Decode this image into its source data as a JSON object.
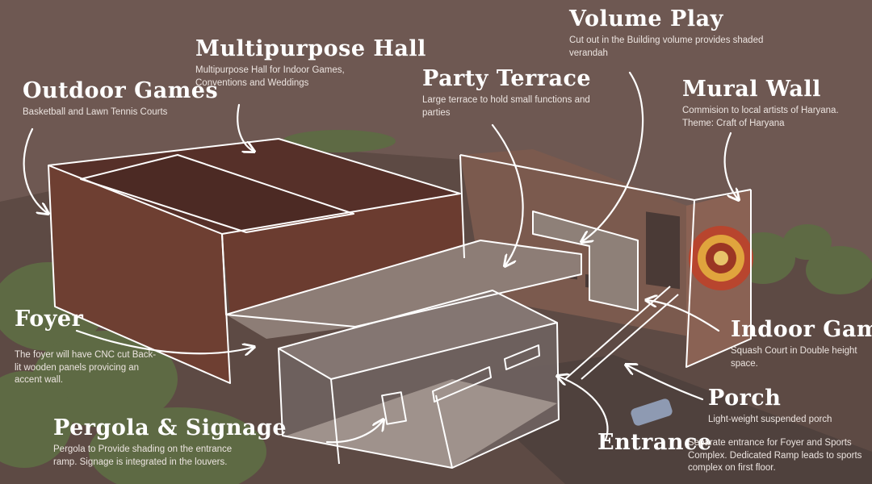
{
  "colors": {
    "background": "#6e5852",
    "ground": "#5d4a44",
    "hall_wall": "#6e3f32",
    "hall_top": "#563029",
    "terrace": "#8d7d76",
    "annex": "#7b5a4e",
    "mural_outer": "#b8452e",
    "mural_ring": "#e0a43d",
    "foliage": "#5e6a44",
    "sketch_line": "#ffffff"
  },
  "annotations": {
    "outdoor_games": {
      "title": "Outdoor Games",
      "desc": "Basketball and Lawn Tennis Courts",
      "arrow_icon": "curved-arrow-icon"
    },
    "multipurpose_hall": {
      "title": "Multipurpose Hall",
      "desc": "Multipurpose Hall for Indoor Games, Conventions and Weddings",
      "arrow_icon": "curved-arrow-icon"
    },
    "party_terrace": {
      "title": "Party Terrace",
      "desc": "Large terrace to hold small functions and parties",
      "arrow_icon": "curved-arrow-icon"
    },
    "volume_play": {
      "title": "Volume Play",
      "desc": "Cut out in the Building volume provides shaded verandah",
      "arrow_icon": "curved-arrow-icon"
    },
    "mural_wall": {
      "title": "Mural Wall",
      "desc": "Commision to local artists of Haryana. Theme: Craft of Haryana",
      "arrow_icon": "curved-arrow-icon"
    },
    "foyer": {
      "title": "Foyer",
      "desc": "The foyer will have CNC cut Back-lit wooden panels provicing an accent wall.",
      "arrow_icon": "curved-arrow-icon"
    },
    "indoor_games": {
      "title": "Indoor Games",
      "desc": "Squash Court in Double height space.",
      "arrow_icon": "curved-arrow-icon"
    },
    "porch": {
      "title": "Porch",
      "desc": "Light-weight suspended porch",
      "arrow_icon": "curved-arrow-icon"
    },
    "entrance": {
      "title": "Entrance",
      "desc": "Separate entrance for Foyer and Sports Complex. Dedicated Ramp leads to sports complex on first floor.",
      "arrow_icon": "curved-arrow-icon"
    },
    "pergola_signage": {
      "title": "Pergola & Signage",
      "desc": "Pergola to Provide shading on the entrance ramp. Signage is integrated in the louvers.",
      "arrow_icon": "curved-arrow-icon"
    }
  }
}
